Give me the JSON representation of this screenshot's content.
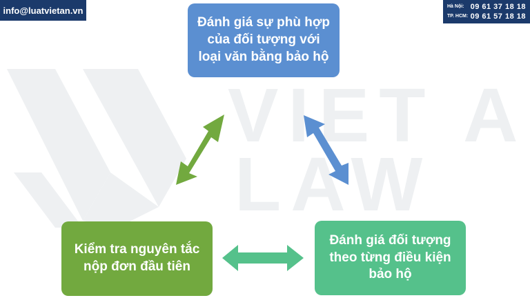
{
  "header": {
    "email": "info@luatvietan.vn",
    "phones": [
      {
        "label": "Hà Nội:",
        "number": "09 61 37 18 18"
      },
      {
        "label": "TP. HCM:",
        "number": "09 61 57 18 18"
      }
    ]
  },
  "watermark": {
    "line1": "VIET AN",
    "line2": "LAW"
  },
  "diagram": {
    "top_box": "Đánh giá sự phù hợp của đối tượng với loại văn bằng bảo hộ",
    "left_box": "Kiểm tra nguyên tắc nộp đơn đầu tiên",
    "right_box": "Đánh giá đối tượng theo từng điều kiện bảo hộ"
  },
  "colors": {
    "brand_navy": "#1b3a6b",
    "top_box": "#5b8fd1",
    "left_box": "#72a93f",
    "right_box": "#55c18b",
    "arrow_green": "#72a93f",
    "arrow_blue": "#5b8fd1",
    "arrow_teal": "#55c18b"
  }
}
